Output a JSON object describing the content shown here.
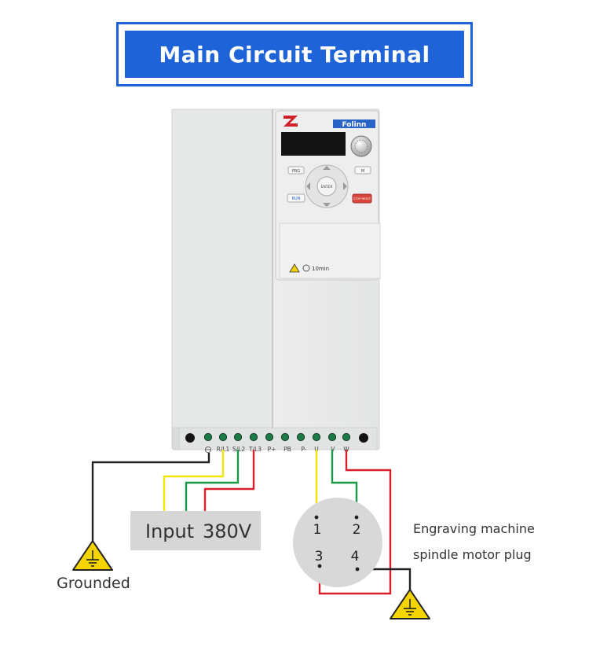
{
  "title": "Main Circuit Terminal",
  "device": {
    "brand": "Folinn",
    "keys": {
      "prg": "PRG",
      "m": "M",
      "enter": "ENTER",
      "run": "RUN",
      "stop": "STOP RESET"
    },
    "warning": "10min"
  },
  "terminals": [
    "R/L1",
    "S/L2",
    "T/L3",
    "P+",
    "PB",
    "P-",
    "U",
    "V",
    "W"
  ],
  "input_box": {
    "label": "Input",
    "voltage": "380V"
  },
  "grounded_label": "Grounded",
  "plug": {
    "pins": [
      "1",
      "2",
      "3",
      "4"
    ],
    "caption_line1": "Engraving machine",
    "caption_line2": "spindle motor plug"
  },
  "colors": {
    "banner": "#1f63d8",
    "wire_yellow": "#f2e600",
    "wire_green": "#1a9a46",
    "wire_red": "#d8202a",
    "wire_black": "#222222",
    "ground_symbol": "#f5d400",
    "body": "#e9eaea",
    "input_box": "#d6d6d6",
    "plug": "#d8d8d8"
  }
}
